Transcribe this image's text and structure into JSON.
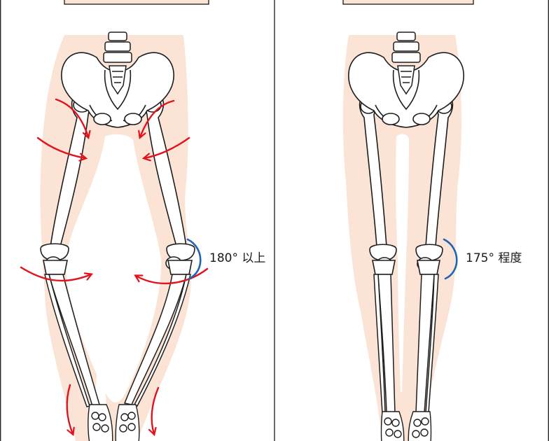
{
  "figures": [
    {
      "id": "bowed-legs",
      "angle_label": "180° 以上",
      "corrective_arrows": true
    },
    {
      "id": "normal-legs",
      "angle_label": "175° 程度",
      "corrective_arrows": false
    }
  ],
  "colors": {
    "silhouette": "#fbe3d6",
    "bone_fill": "#ffffff",
    "bone_stroke": "#1e1e1e",
    "arrow": "#e0141e",
    "angle_arc": "#1f64b4",
    "frame": "#2a2a2a",
    "label_box": "#fbe3d6"
  }
}
